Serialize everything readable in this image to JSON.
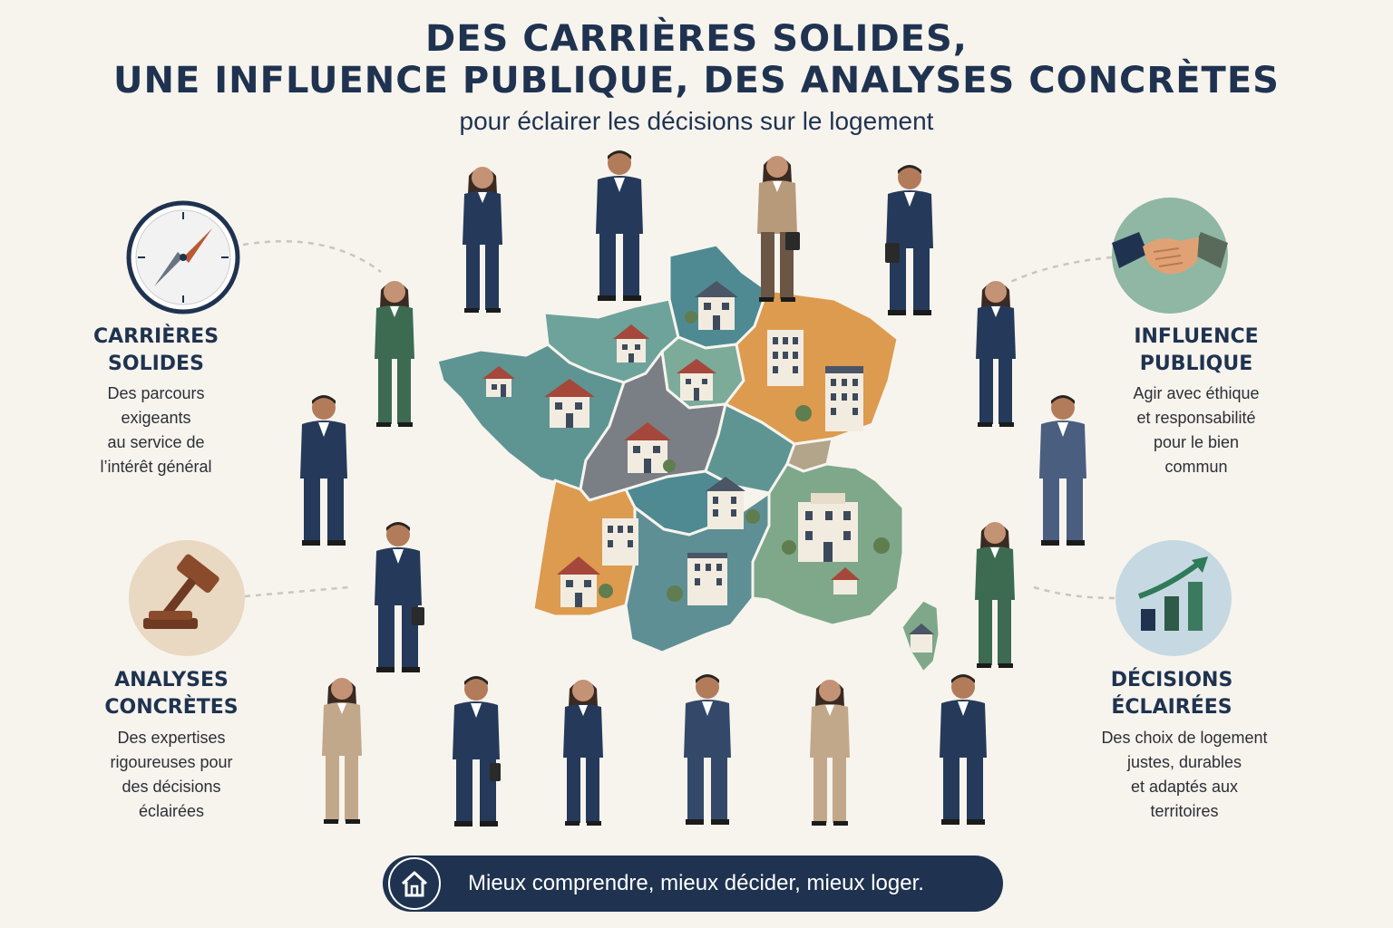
{
  "header": {
    "line1": "DES CARRIÈRES SOLIDES,",
    "line2": "UNE INFLUENCE PUBLIQUE, DES ANALYSES CONCRÈTES",
    "subtitle": "pour éclairer les décisions sur le logement"
  },
  "sections": {
    "careers": {
      "icon": "compass-icon",
      "title": [
        "CARRIÈRES",
        "SOLIDES"
      ],
      "body": [
        "Des parcours",
        "exigeants",
        "au service de",
        "l’intérêt général"
      ]
    },
    "influence": {
      "icon": "handshake-icon",
      "title": [
        "INFLUENCE",
        "PUBLIQUE"
      ],
      "body": [
        "Agir avec éthique",
        "et responsabilité",
        "pour le bien",
        "commun"
      ]
    },
    "analyses": {
      "icon": "gavel-icon",
      "title": [
        "ANALYSES",
        "CONCRÈTES"
      ],
      "body": [
        "Des expertises",
        "rigoureuses pour",
        "des décisions",
        "éclairées"
      ]
    },
    "decisions": {
      "icon": "growth-chart-icon",
      "title": [
        "DÉCISIONS",
        "ÉCLAIRÉES"
      ],
      "body": [
        "Des choix de logement",
        "justes, durables",
        "et adaptés aux",
        "territoires"
      ]
    }
  },
  "footer": {
    "icon": "house-icon",
    "slogan": "Mieux comprendre, mieux décider, mieux loger."
  },
  "colors": {
    "navy": "#1f3350",
    "background": "#f7f4ee",
    "teal": "#5e9593",
    "orange": "#dc9b4f",
    "green": "#7fa88a"
  }
}
